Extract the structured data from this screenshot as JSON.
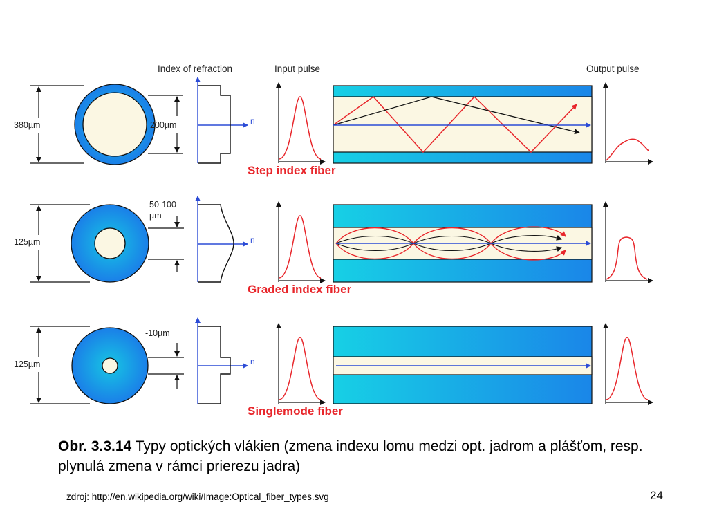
{
  "headers": {
    "index_of_refraction": "Index of refraction",
    "input_pulse": "Input pulse",
    "output_pulse": "Output pulse"
  },
  "axis_symbol": "n",
  "rows": [
    {
      "id": "step",
      "name": "Step index fiber",
      "outer_diameter": "380µm",
      "core_diameter": "200µm"
    },
    {
      "id": "graded",
      "name": "Graded index fiber",
      "outer_diameter": "125µm",
      "core_diameter_line1": "50-100",
      "core_diameter_line2": "µm"
    },
    {
      "id": "single",
      "name": "Singlemode fiber",
      "outer_diameter": "125µm",
      "core_diameter": "-10µm"
    }
  ],
  "caption": {
    "number": "Obr. 3.3.14",
    "text": " Typy optických vlákien (zmena indexu lomu medzi opt. jadrom a plášťom, resp. plynulá zmena v rámci prierezu jadra)"
  },
  "source": "zdroj: http://en.wikipedia.org/wiki/Image:Optical_fiber_types.svg",
  "page_number": "24",
  "colors": {
    "cladding_light": "#17c6e3",
    "cladding_dark": "#1a7fe8",
    "core": "#fbf7e3",
    "ray": "#e8262b",
    "axis_ray": "#2b4bd6",
    "label_red": "#e8262b"
  }
}
